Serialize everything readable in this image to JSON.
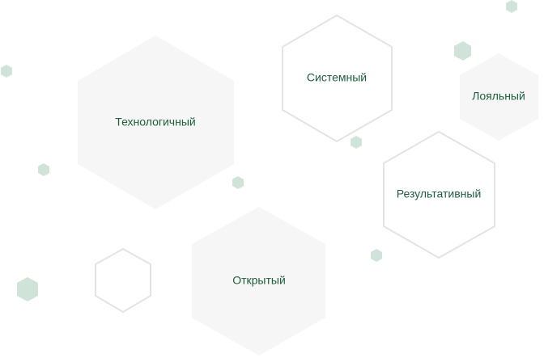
{
  "colors": {
    "label_text": "#1f5e3d",
    "big_fill": "#f6f6f6",
    "outline_stroke": "#e4e4e4",
    "small_hex_fill": "#cfe3d9"
  },
  "hexagons": [
    {
      "id": "tekhnologichnyy",
      "label": "Технологичный",
      "style": "filled"
    },
    {
      "id": "sistemnyy",
      "label": "Системный",
      "style": "outlined"
    },
    {
      "id": "loyalnyy",
      "label": "Лояльный",
      "style": "filled"
    },
    {
      "id": "rezultativnyy",
      "label": "Результативный",
      "style": "outlined"
    },
    {
      "id": "otkrytyy",
      "label": "Открытый",
      "style": "filled"
    },
    {
      "id": "empty",
      "label": "",
      "style": "outlined"
    }
  ]
}
